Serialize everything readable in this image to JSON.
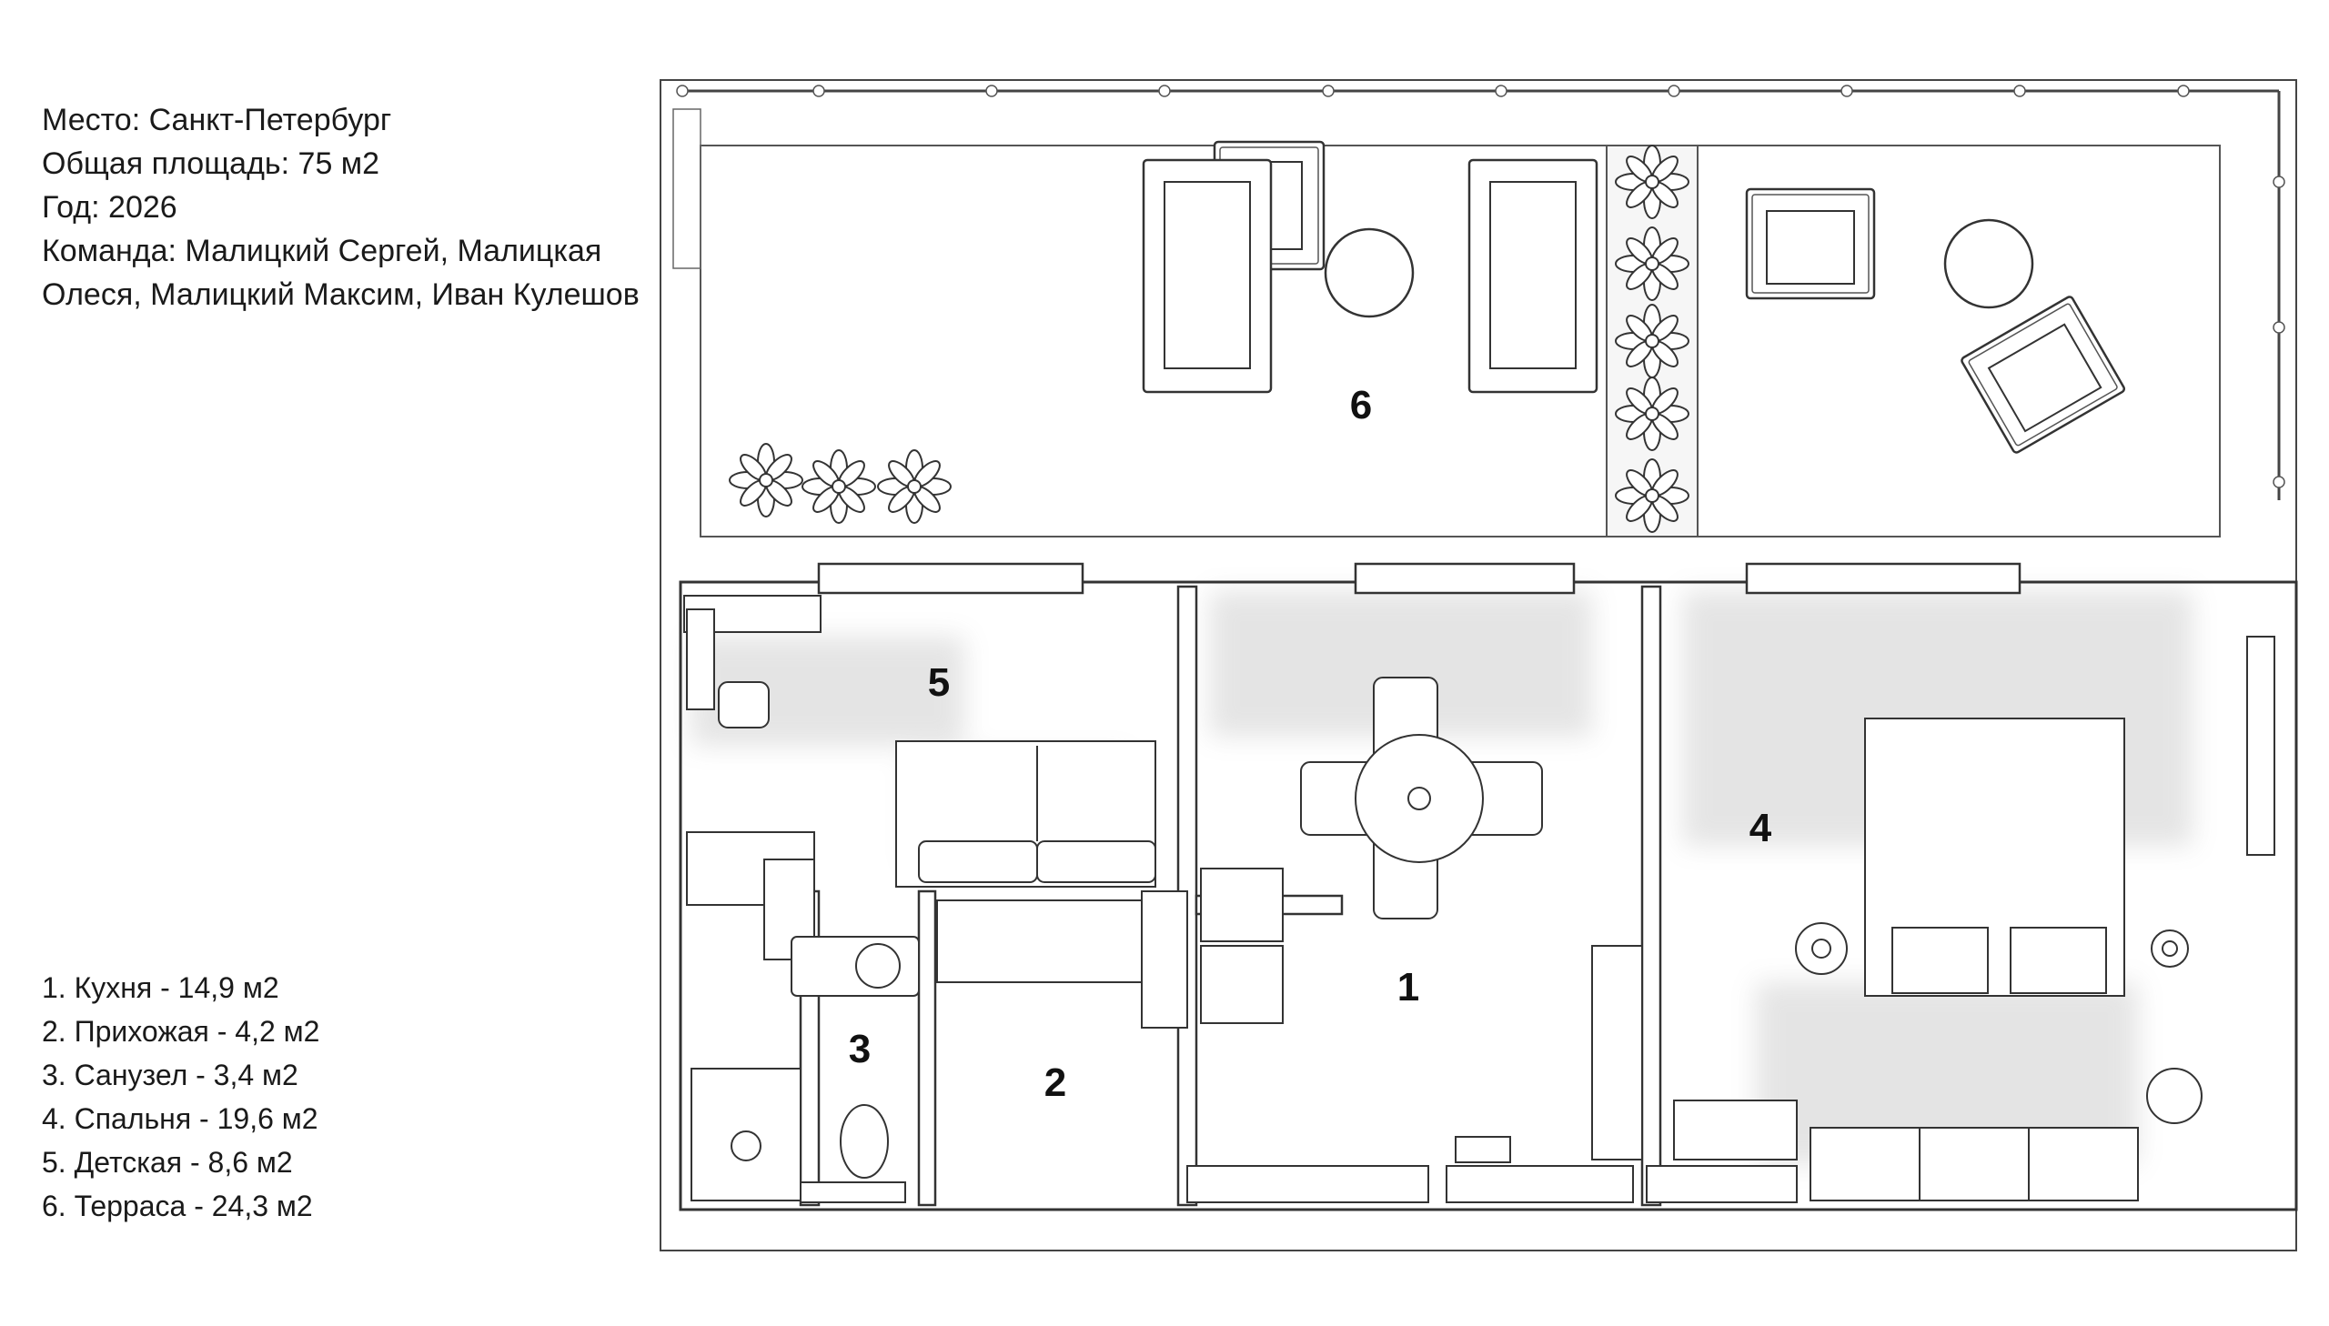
{
  "info": {
    "place": "Место: Санкт-Петербург",
    "area": "Общая площадь: 75 м2",
    "year": "Год: 2026",
    "team_line1": "Команда: Малицкий Сергей, Малицкая",
    "team_line2": "Олеся, Малицкий Максим, Иван Кулешов"
  },
  "legend": [
    "1. Кухня - 14,9 м2",
    "2. Прихожая - 4,2 м2",
    "3. Санузел - 3,4 м2",
    "4. Спальня - 19,6 м2",
    "5. Детская - 8,6 м2",
    "6. Терраса - 24,3 м2"
  ],
  "rooms": {
    "kitchen": "1",
    "hallway": "2",
    "bathroom": "3",
    "bedroom": "4",
    "kids_room": "5",
    "terrace": "6"
  }
}
